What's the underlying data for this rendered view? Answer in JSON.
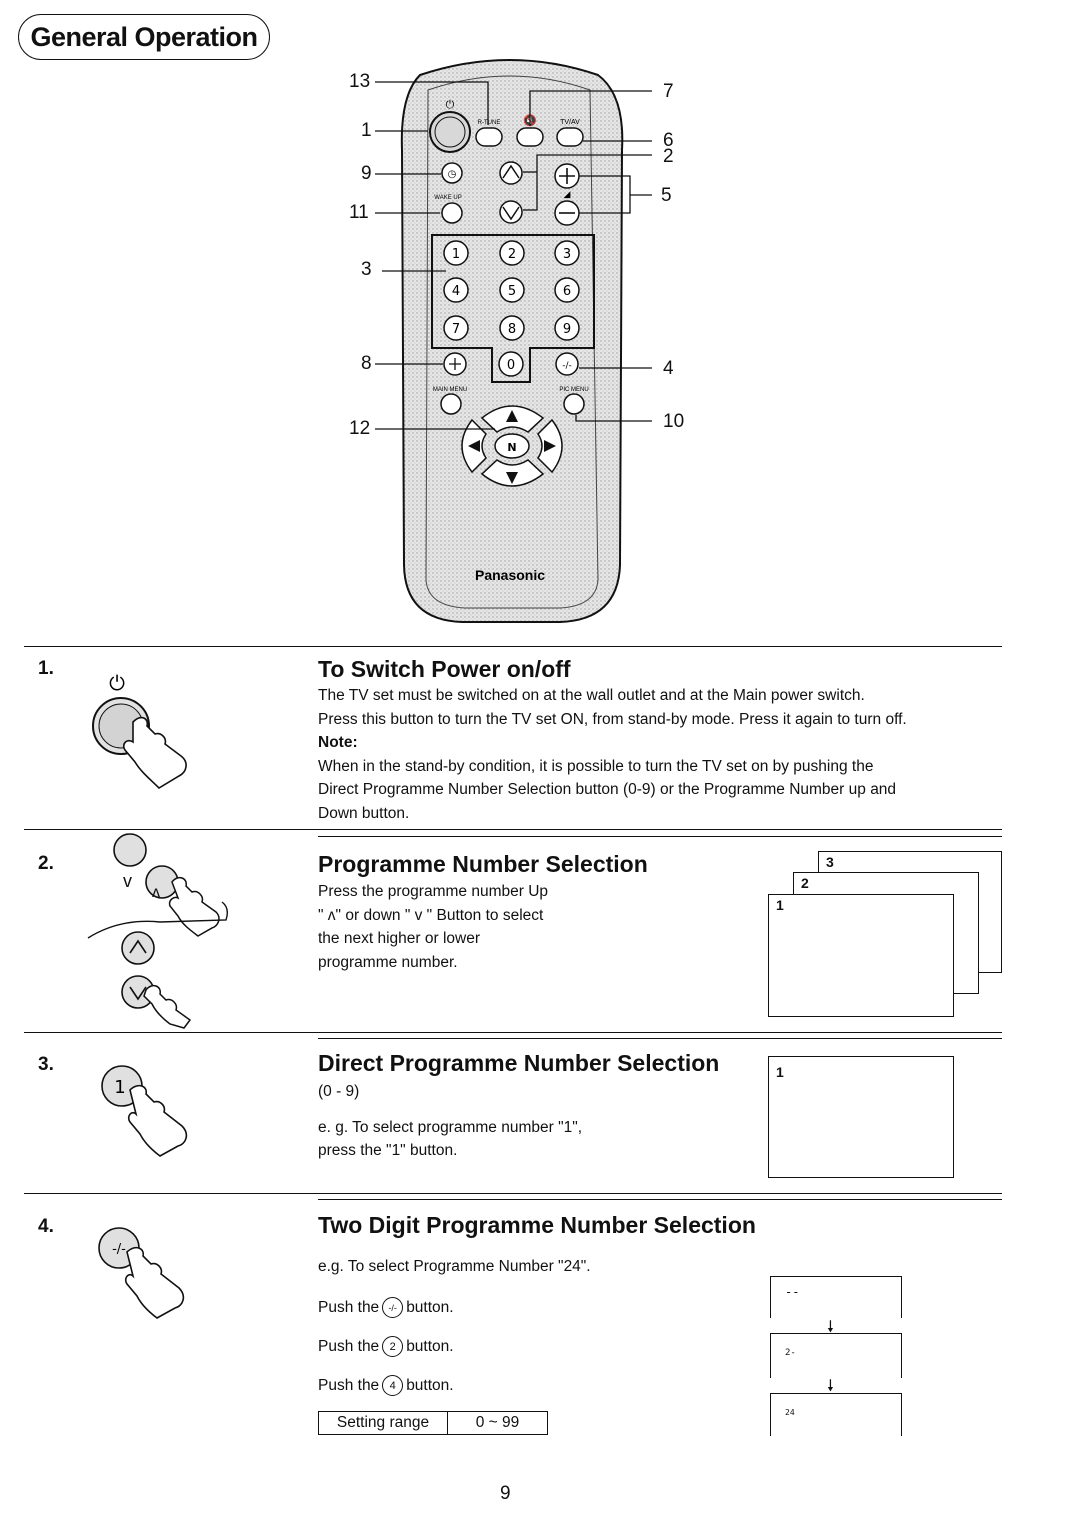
{
  "page_title": "General Operation",
  "page_number": "9",
  "remote": {
    "brand": "Panasonic",
    "button_labels": {
      "rtune": "R-TUNE",
      "tvav": "TV/AV",
      "wake_up": "WAKE UP",
      "main_menu": "MAIN MENU",
      "pic_menu": "PIC MENU",
      "n": "N",
      "num_1": "1",
      "num_2": "2",
      "num_3": "3",
      "num_4": "4",
      "num_5": "5",
      "num_6": "6",
      "num_7": "7",
      "num_8": "8",
      "num_9": "9",
      "num_0": "0",
      "two_digit": "-/-"
    },
    "callouts": {
      "c13": "13",
      "c1": "1",
      "c9": "9",
      "c11": "11",
      "c3": "3",
      "c8": "8",
      "c12": "12",
      "c7": "7",
      "c6": "6",
      "c2": "2",
      "c5": "5",
      "c4": "4",
      "c10": "10"
    }
  },
  "sections": [
    {
      "number": "1.",
      "heading": "To Switch Power on/off",
      "lines": [
        "The  TV set must be switched on at the wall outlet and at the Main power switch.",
        "Press this button to turn the TV set ON, from stand-by mode. Press it again to turn off."
      ],
      "note_label": "Note:",
      "note_lines": [
        "When in the stand-by condition, it is possible to turn the TV set on by pushing the",
        "Direct Programme Number Selection button (0-9) or the Programme Number up and",
        "Down button."
      ]
    },
    {
      "number": "2.",
      "heading": "Programme Number Selection",
      "lines": [
        "Press the programme number Up",
        "\" ʌ\" or down \" v \" Button to select",
        "the next higher or lower",
        "programme number."
      ],
      "icon_labels": {
        "down": "v",
        "up": "ʌ"
      },
      "screens": [
        "3",
        "2",
        "1"
      ]
    },
    {
      "number": "3.",
      "heading": "Direct Programme Number Selection",
      "lines": [
        "(0 - 9)",
        "e. g. To select programme number \"1\",",
        "press the \"1\" button."
      ],
      "icon_label": "1",
      "screen": "1"
    },
    {
      "number": "4.",
      "heading": "Two Digit Programme Number Selection",
      "example": "e.g. To select Programme Number \"24\".",
      "steps": [
        {
          "prefix": "Push the",
          "button": "-/-",
          "suffix": "button."
        },
        {
          "prefix": "Push the",
          "button": "2",
          "suffix": "button."
        },
        {
          "prefix": "Push the",
          "button": "4",
          "suffix": "button."
        }
      ],
      "setting_label": "Setting range",
      "setting_value": "0 ~ 99",
      "screens": [
        "--",
        "2-",
        "24"
      ]
    }
  ]
}
